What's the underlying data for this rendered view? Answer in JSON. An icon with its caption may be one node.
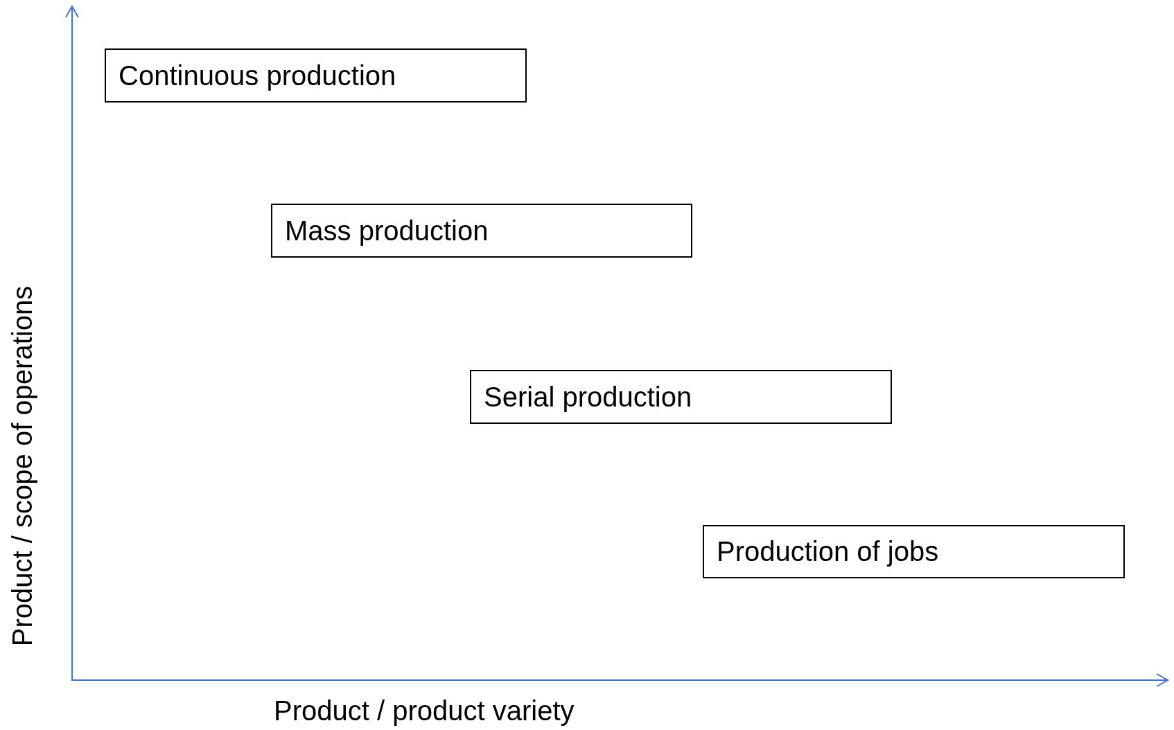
{
  "diagram": {
    "nodes": [
      {
        "text": [
          "Continuous production"
        ]
      },
      {
        "text": [
          "Mass production"
        ]
      },
      {
        "text": [
          "Serial production"
        ]
      },
      {
        "text": [
          "Production of jobs"
        ]
      }
    ],
    "labels": [
      "Product / scope of operations",
      "Product / product variety"
    ]
  }
}
